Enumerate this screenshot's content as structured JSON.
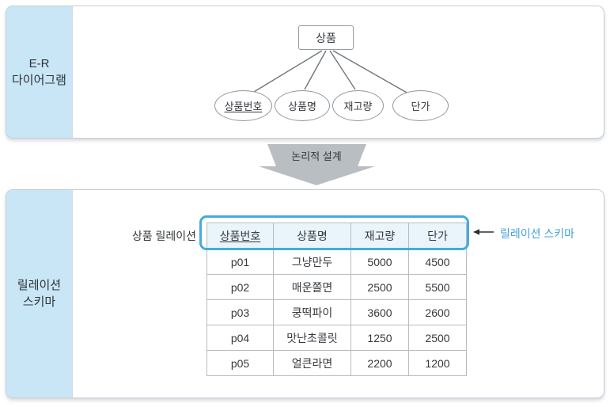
{
  "colors": {
    "sidebar_blue": "#c9e6f7",
    "header_cell_blue": "#e9f4fb",
    "highlight_border_blue": "#45aadf",
    "annotation_blue": "#3fa3d7",
    "arrow_gray": "#b9bec3",
    "panel_border_gray": "#c5cdd5",
    "table_border_gray": "#b6bcc3"
  },
  "er_section": {
    "sidebar_label_line1": "E-R",
    "sidebar_label_line2": "다이어그램",
    "entity": "상품",
    "attributes": [
      {
        "label": "상품번호",
        "primary_key": true
      },
      {
        "label": "상품명",
        "primary_key": false
      },
      {
        "label": "재고량",
        "primary_key": false
      },
      {
        "label": "단가",
        "primary_key": false
      }
    ]
  },
  "transform_arrow": {
    "label": "논리적 설계"
  },
  "relation_section": {
    "sidebar_label_line1": "릴레이션",
    "sidebar_label_line2": "스키마",
    "relation_label": "상품 릴레이션",
    "schema_annotation": "릴레이션 스키마",
    "table": {
      "headers": [
        "상품번호",
        "상품명",
        "재고량",
        "단가"
      ],
      "rows": [
        [
          "p01",
          "그냥만두",
          "5000",
          "4500"
        ],
        [
          "p02",
          "매운쫄면",
          "2500",
          "5500"
        ],
        [
          "p03",
          "쿵떡파이",
          "3600",
          "2600"
        ],
        [
          "p04",
          "맛난초콜릿",
          "1250",
          "2500"
        ],
        [
          "p05",
          "얼큰라면",
          "2200",
          "1200"
        ]
      ]
    }
  }
}
